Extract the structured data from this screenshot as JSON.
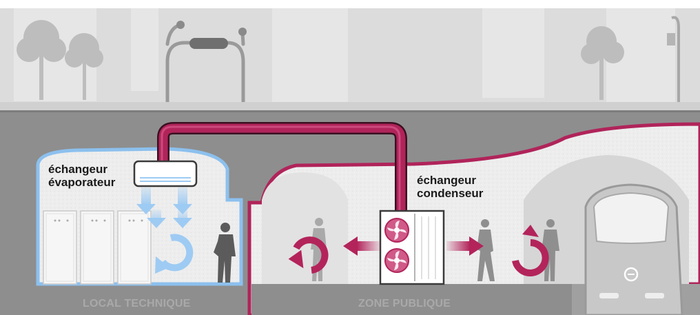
{
  "labels": {
    "evaporator_line1": "échangeur",
    "evaporator_line2": "évaporateur",
    "condenser_line1": "échangeur",
    "condenser_line2": "condenseur"
  },
  "zones": {
    "left": "LOCAL TECHNIQUE",
    "right": "ZONE PUBLIQUE"
  },
  "colors": {
    "pipe": "#b0245a",
    "cool_accent": "#8cc0ee",
    "cool_arrow": "#9ecbf3",
    "hot_arrow": "#b3245b",
    "ground": "#8e8e8e",
    "sky": "#dadada"
  }
}
